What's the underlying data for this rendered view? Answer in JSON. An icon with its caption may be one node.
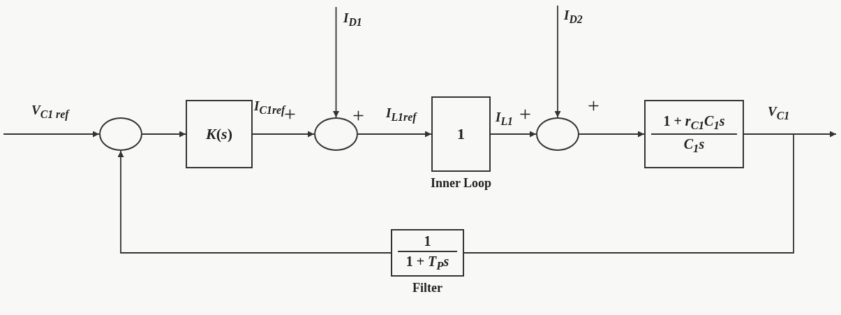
{
  "diagram": {
    "nodes": [
      {
        "text": [],
        "shape": "circle"
      },
      {
        "text": [
          "*K*(*s*)"
        ]
      },
      {
        "text": [],
        "shape": "circle"
      },
      {
        "text": [
          "1"
        ],
        "beside": [
          "Inner Loop"
        ]
      },
      {
        "text": [],
        "shape": "circle"
      },
      {
        "text": [
          "1 + *r*$_{C1}$*C*$_{1}$*s*",
          "*C*$_{1}$*s*"
        ]
      },
      {
        "text": [
          "1",
          "1 + *T*$_{P}$*s*"
        ],
        "beside": [
          "Filter"
        ]
      }
    ],
    "edges": [
      {
        "from": null,
        "to": 0,
        "arrow": "to",
        "label": "V$_{C1 ref}$"
      },
      {
        "from": 0,
        "to": 1,
        "arrow": "to"
      },
      {
        "from": 1,
        "to": 2,
        "arrow": "to",
        "label": "I$_{C1ref}$"
      },
      {
        "from": null,
        "to": 2,
        "arrow": "to",
        "label": "I$_{D1}$"
      },
      {
        "from": 2,
        "to": 3,
        "arrow": "to",
        "label": "I$_{L1ref}$"
      },
      {
        "from": 3,
        "to": 4,
        "arrow": "to",
        "label": "I$_{L1}$"
      },
      {
        "from": null,
        "to": 4,
        "arrow": "to",
        "label": "I$_{D2}$"
      },
      {
        "from": 4,
        "to": 5,
        "arrow": "to"
      },
      {
        "from": 5,
        "to": null,
        "arrow": "to",
        "label": "V$_{C1}$"
      },
      {
        "from": 5,
        "to": 6,
        "arrow": "none"
      },
      {
        "from": 6,
        "to": 0,
        "arrow": "to"
      }
    ],
    "labels": [
      "+",
      "+",
      "+",
      "+"
    ]
  }
}
